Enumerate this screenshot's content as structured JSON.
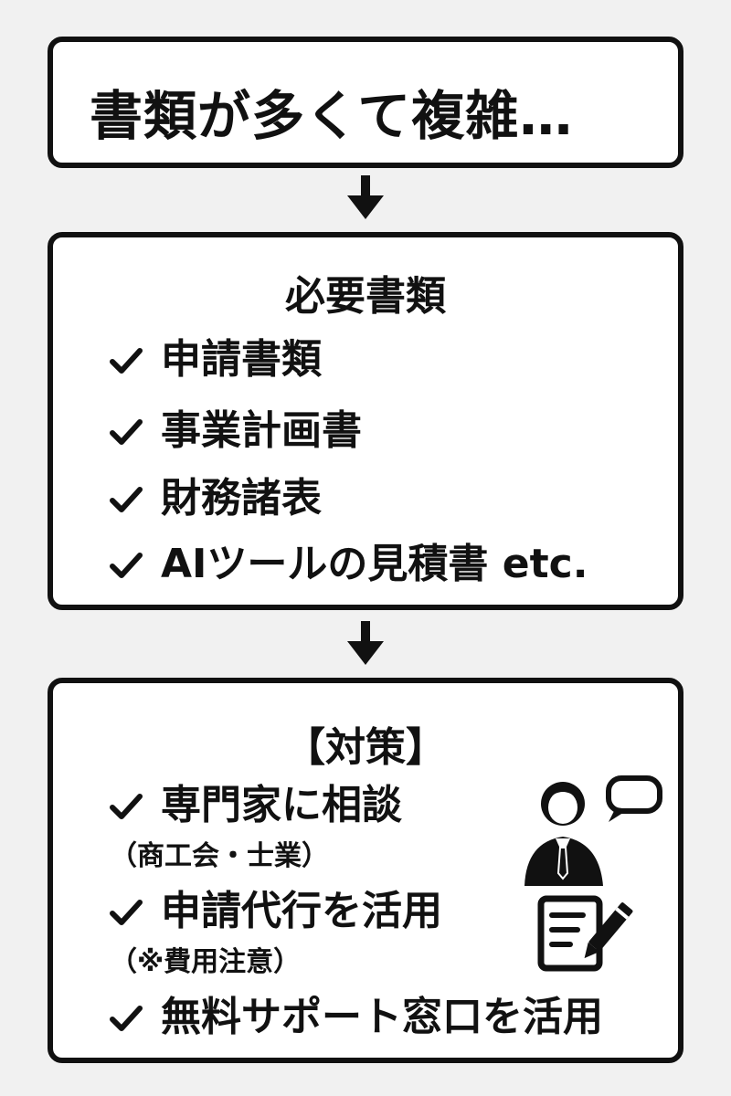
{
  "top_box": {
    "title": "書類が多くて複雑…"
  },
  "documents": {
    "heading": "必要書類",
    "items": [
      {
        "label": "申請書類",
        "icon": "check-icon"
      },
      {
        "label": "事業計画書",
        "icon": "check-icon"
      },
      {
        "label": "財務諸表",
        "icon": "check-icon"
      },
      {
        "label": "AIツールの見積書 etc.",
        "icon": "check-icon"
      }
    ]
  },
  "measures": {
    "heading": "【対策】",
    "items": [
      {
        "label": "専門家に相談",
        "sub": "（商工会・士業）",
        "icon": "check-icon"
      },
      {
        "label": "申請代行を活用",
        "sub": "（※費用注意）",
        "icon": "check-icon"
      },
      {
        "label": "無料サポート窓口を活用",
        "icon": "check-icon"
      }
    ],
    "illustrations": [
      "person-with-speech-bubble-icon",
      "document-pencil-icon"
    ]
  },
  "flow_arrows": [
    "arrow-down-icon",
    "arrow-down-icon"
  ],
  "colors": {
    "background": "#f1f1f1",
    "box_fill": "#ffffff",
    "ink": "#111111"
  }
}
